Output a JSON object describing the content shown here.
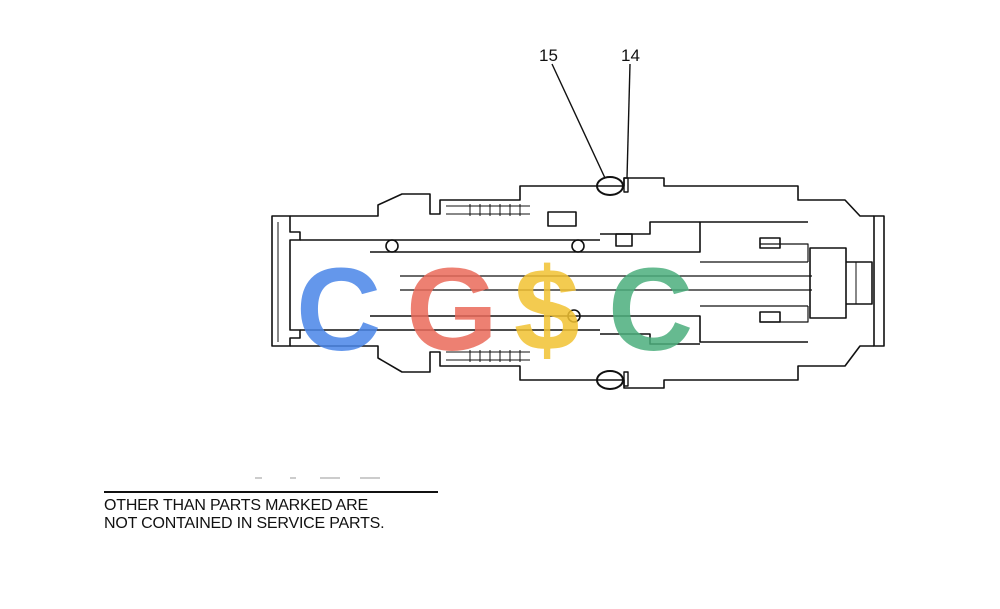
{
  "callouts": [
    {
      "id": "15",
      "label": "15"
    },
    {
      "id": "14",
      "label": "14"
    }
  ],
  "note": {
    "line1": "OTHER THAN PARTS MARKED ARE",
    "line2": "NOT CONTAINED IN SERVICE PARTS."
  },
  "watermark": {
    "letters": [
      "C",
      "G",
      "$",
      "C"
    ],
    "colors": [
      "#4a86e8",
      "#ea6a5a",
      "#f2c232",
      "#4caf7d"
    ]
  },
  "colors": {
    "line": "#111111",
    "background": "#ffffff"
  }
}
